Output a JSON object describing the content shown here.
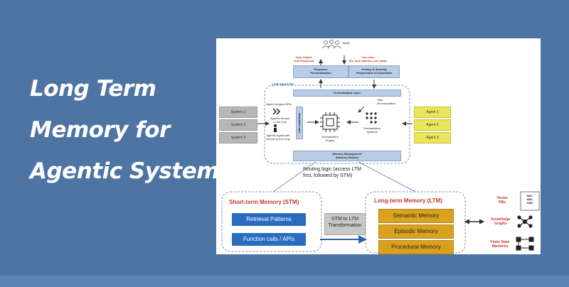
{
  "title": {
    "lines": [
      "Long Term",
      "Memory for",
      "Agentic System"
    ]
  },
  "diagram": {
    "user_label": "User",
    "task_output_label": "Task Output\nLLM Response",
    "user_task_label": "User task\n(Ex. task specific user data)",
    "response_personalization": "Response\nPersonalization",
    "privacy_security": "Privacy & Security\nResponsible AI Guardrails",
    "llm_agent_os": "LLM Agent OS",
    "orchestration_layer": "Orchestration Layer",
    "memory_management": "Memory Management\n(Memory Router)",
    "integration_layer": "Integration Layer",
    "agent_to_agent": "Agent to Agent APIs",
    "agentic_human": "Agentic Human\nin the loop",
    "agentic_agent": "Agentic Agent with\nHuman in the Loop",
    "orchestration_engine": "Orchestration\nEngine",
    "task_decomposition": "Task\ndecomposition",
    "orchestration_systems": "Orchestration\nSystems",
    "systems": [
      "System 1",
      "System 2",
      "System 3"
    ],
    "agents": [
      "Agent 1",
      "Agent 2",
      "Agent 3"
    ],
    "routing_logic": "Routing logic (access LTM\nfirst, followed by STM)",
    "stm_title": "Short-term Memory (STM)",
    "stm_items": [
      "Retrieval Patterns",
      "Function calls / APIs"
    ],
    "transform": "STM to LTM\nTransformation",
    "ltm_title": "Long-term Memory (LTM)",
    "ltm_items": [
      "Semantic Memory",
      "Episodic Memory",
      "Procedural Memory"
    ],
    "vector_dbs": "Vector\nDBs",
    "db_labels": "DB1,\nDB2,\nDB3",
    "knowledge_graphs": "Knowledge\nGraphs",
    "finite_state_machines": "Finite State\nMachines"
  },
  "colors": {
    "background": "#4d74a3",
    "stm_blue": "#2a6cc0",
    "ltm_gold": "#d9a21e",
    "label_red": "#c0392b",
    "agent_yellow": "#ece45a"
  }
}
